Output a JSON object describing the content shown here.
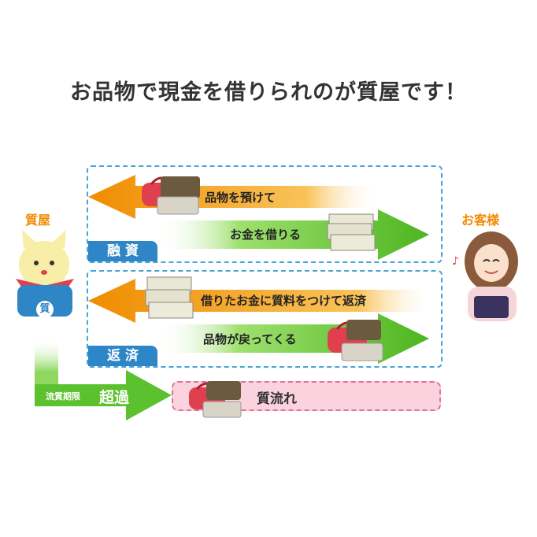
{
  "headline": "お品物で現金を借りられのが質屋です！",
  "left_label": "質屋",
  "right_label": "お客様",
  "mascot_badge": "質",
  "loan": {
    "tag": "融 資",
    "arrow_left_text": "品物を預けて",
    "arrow_right_text": "お金を借りる"
  },
  "repay": {
    "tag": "返 済",
    "arrow_left_text": "借りたお金に質料をつけて返済",
    "arrow_right_text": "品物が戻ってくる"
  },
  "overdue": {
    "small_text": "流質期限",
    "big_text": "超過"
  },
  "forfeit_text": "質流れ",
  "colors": {
    "orange": "#f5a01a",
    "green": "#5cc12f",
    "blue": "#2f86c7",
    "pink": "#fbd3df"
  }
}
